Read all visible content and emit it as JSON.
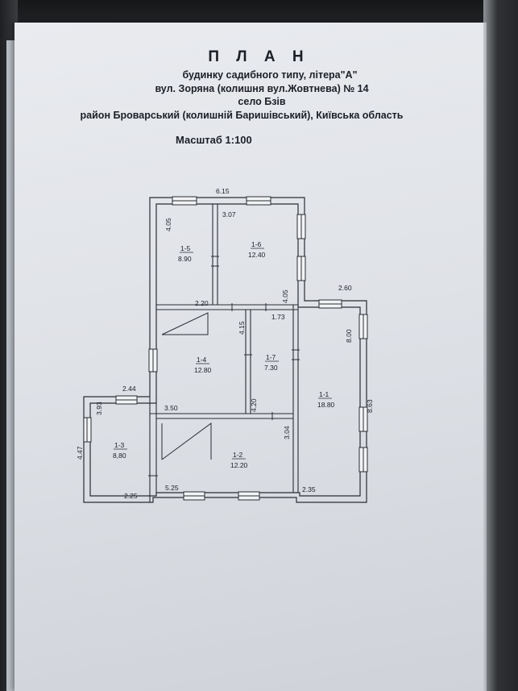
{
  "document": {
    "title": "П Л А Н",
    "line1": "будинку садибного типу, літера\"А\"",
    "line2": "вул. Зоряна (колишня вул.Жовтнева) № 14",
    "line3": "село Бзів",
    "line4": "район Броварський (колишній Баришівський), Київська область",
    "scale": "Масштаб 1:100"
  },
  "rooms": [
    {
      "id": "1-1",
      "area": "18.80"
    },
    {
      "id": "1-2",
      "area": "12.20"
    },
    {
      "id": "1-3",
      "area": "8,80"
    },
    {
      "id": "1-4",
      "area": "12.80"
    },
    {
      "id": "1-5",
      "area": "8.90"
    },
    {
      "id": "1-6",
      "area": "12.40"
    },
    {
      "id": "1-7",
      "area": "7.30"
    }
  ],
  "dimensions": {
    "top_width": "6.15",
    "left_height_15": "4.05",
    "room16_width": "3.07",
    "room16_height": "4.05",
    "room14_width": "2.20",
    "room14_height": "4.15",
    "room17_width": "1.73",
    "room17_height": "4.20",
    "room11_top": "2.60",
    "room11_height": "8.00",
    "right_total": "8.63",
    "room13_top": "2.44",
    "room13_height": "3.93",
    "left_total": "4.47",
    "room14_bottom": "3.50",
    "room12_height": "3.04",
    "room13_bottom": "2.25",
    "room12_bottom": "5.25",
    "room11_bottom": "2.35"
  }
}
